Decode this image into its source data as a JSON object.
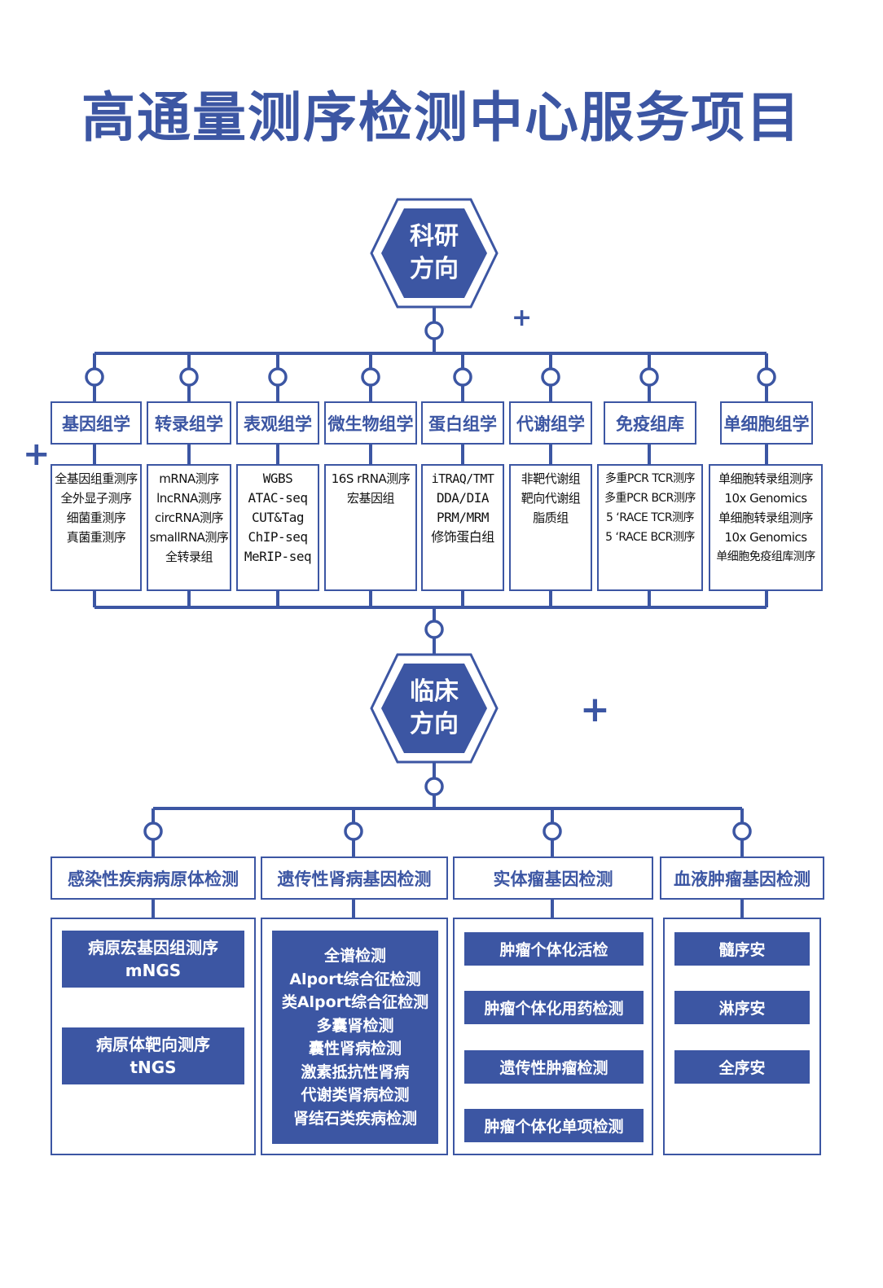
{
  "title": "高通量测序检测中心服务项目",
  "research": {
    "hub_line1": "科研",
    "hub_line2": "方向",
    "categories": [
      {
        "name": "基因组学",
        "items": [
          "全基因组重测序",
          "全外显子测序",
          "细菌重测序",
          "真菌重测序"
        ]
      },
      {
        "name": "转录组学",
        "items": [
          "mRNA测序",
          "lncRNA测序",
          "circRNA测序",
          "smallRNA测序",
          "全转录组"
        ]
      },
      {
        "name": "表观组学",
        "items": [
          "WGBS",
          "ATAC-seq",
          "CUT&Tag",
          "ChIP-seq",
          "MeRIP-seq"
        ]
      },
      {
        "name": "微生物组学",
        "items": [
          "16S rRNA测序",
          "宏基因组"
        ]
      },
      {
        "name": "蛋白组学",
        "items": [
          "iTRAQ/TMT",
          "DDA/DIA",
          "PRM/MRM",
          "修饰蛋白组"
        ]
      },
      {
        "name": "代谢组学",
        "items": [
          "非靶代谢组",
          "靶向代谢组",
          "脂质组"
        ]
      },
      {
        "name": "免疫组库",
        "items": [
          "多重PCR TCR测序",
          "多重PCR BCR测序",
          "5 ‘RACE TCR测序",
          "5 ‘RACE BCR测序"
        ]
      },
      {
        "name": "单细胞组学",
        "items": [
          "单细胞转录组测序",
          "10x Genomics",
          "单细胞转录组测序",
          "10x Genomics",
          "单细胞免疫组库测序"
        ]
      }
    ]
  },
  "clinical": {
    "hub_line1": "临床",
    "hub_line2": "方向",
    "categories": [
      {
        "name": "感染性疾病病原体检测",
        "pills": [
          [
            "病原宏基因组测序",
            "mNGS"
          ],
          [
            "病原体靶向测序",
            "tNGS"
          ]
        ]
      },
      {
        "name": "遗传性肾病基因检测",
        "pills": [
          [
            "全谱检测",
            "Alport综合征检测",
            "类Alport综合征检测",
            "多囊肾检测",
            "囊性肾病检测",
            "激素抵抗性肾病",
            "代谢类肾病检测",
            "肾结石类疾病检测"
          ]
        ]
      },
      {
        "name": "实体瘤基因检测",
        "pills": [
          [
            "肿瘤个体化活检"
          ],
          [
            "肿瘤个体化用药检测"
          ],
          [
            "遗传性肿瘤检测"
          ],
          [
            "肿瘤个体化单项检测"
          ]
        ]
      },
      {
        "name": "血液肿瘤基因检测",
        "pills": [
          [
            "髓序安"
          ],
          [
            "淋序安"
          ],
          [
            "全序安"
          ]
        ]
      }
    ]
  },
  "colors": {
    "primary": "#3c56a3",
    "text_dark": "#111111",
    "background": "#ffffff"
  }
}
